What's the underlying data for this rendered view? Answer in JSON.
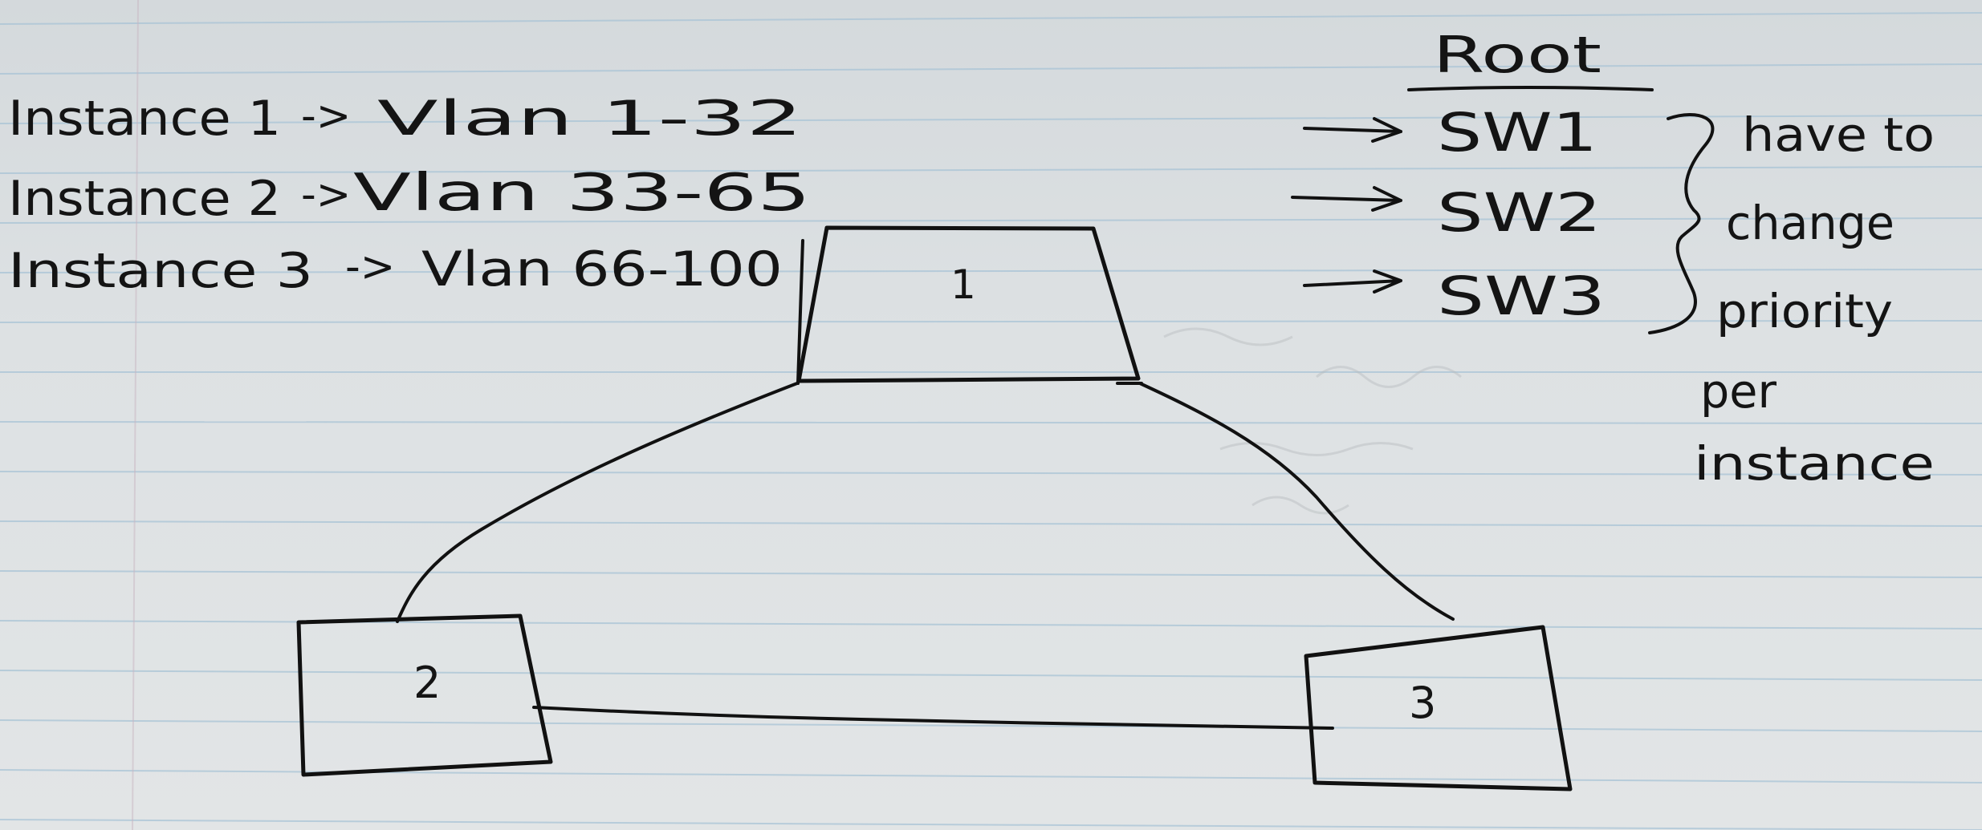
{
  "instances": [
    {
      "instance": "Instance 1",
      "vlans": "Vlan 1-32"
    },
    {
      "instance": "Instance 2",
      "vlans": "Vlan 33-65"
    },
    {
      "instance": "Instance 3",
      "vlans": "Vlan 66-100"
    }
  ],
  "root": {
    "header": "Root",
    "switches": [
      "SW1",
      "SW2",
      "SW3"
    ]
  },
  "note": [
    "have to",
    "change",
    "priority",
    "per",
    "instance"
  ],
  "switches": {
    "s1": "1",
    "s2": "2",
    "s3": "3"
  },
  "arrow_glyph": "->"
}
